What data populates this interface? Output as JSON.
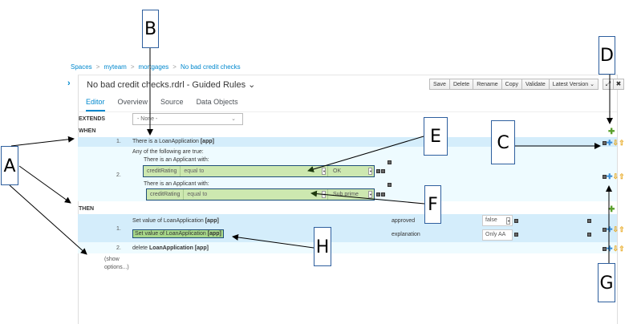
{
  "breadcrumb": [
    "Spaces",
    "myteam",
    "mortgages",
    "No bad credit checks"
  ],
  "breadcrumb_sep": ">",
  "title": "No bad credit checks.rdrl - Guided Rules",
  "title_chevron": "⌄",
  "toolbar": {
    "buttons": [
      "Save",
      "Delete",
      "Rename",
      "Copy",
      "Validate",
      "Latest Version ⌄"
    ],
    "expand_icon": "⤢",
    "close_icon": "✖"
  },
  "tabs": [
    "Editor",
    "Overview",
    "Source",
    "Data Objects"
  ],
  "active_tab": "Editor",
  "editor": {
    "extends_label": "EXTENDS",
    "extends_value": "- None -",
    "when_label": "WHEN",
    "then_label": "THEN",
    "when": {
      "row1": {
        "num": "1.",
        "text": "There is a LoanApplication",
        "binding": "[app]"
      },
      "row2": {
        "num": "2.",
        "any_text": "Any of the following are true:",
        "applicants": [
          {
            "text": "There is an Applicant with:",
            "field": "creditRating",
            "operator": "equal to",
            "value": "OK"
          },
          {
            "text": "There is an Applicant with:",
            "field": "creditRating",
            "operator": "equal to",
            "value": "Sub prime"
          }
        ]
      }
    },
    "then": {
      "row1": {
        "num": "1.",
        "actions": [
          {
            "text": "Set value of LoanApplication",
            "binding": "[app]",
            "field": "approved",
            "value": "false"
          },
          {
            "text": "Set value of LoanApplication",
            "binding": "[app]",
            "field": "explanation",
            "value": "Only AA"
          }
        ]
      },
      "row2": {
        "num": "2.",
        "text": "delete",
        "target": "LoanApplication",
        "binding": "[app]"
      }
    },
    "show_options": "(show options...)"
  },
  "annotations": [
    "A",
    "B",
    "C",
    "D",
    "E",
    "F",
    "G",
    "H"
  ]
}
